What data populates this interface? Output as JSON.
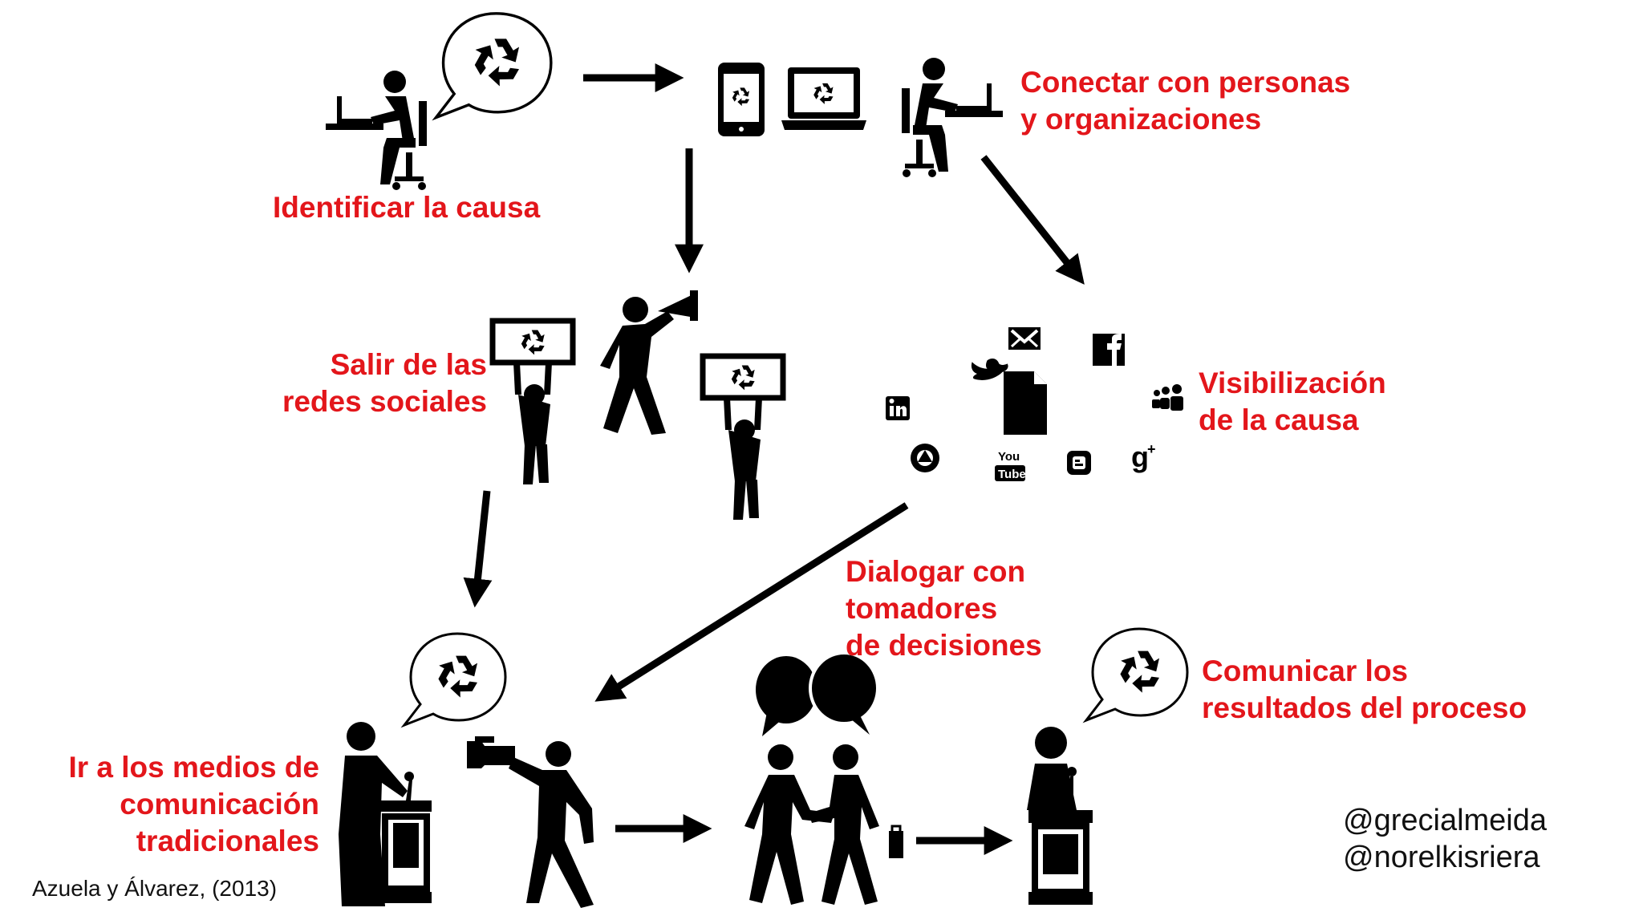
{
  "steps": {
    "identify": "Identificar la causa",
    "connect": [
      "Conectar con personas",
      "y organizaciones"
    ],
    "go_out": [
      "Salir de las",
      "redes sociales"
    ],
    "visibility": [
      "Visibilización",
      "de la causa"
    ],
    "dialogue": [
      "Dialogar con",
      "tomadores",
      "de decisiones"
    ],
    "media": [
      "Ir a los medios de",
      "comunicación",
      "tradicionales"
    ],
    "communicate": [
      "Comunicar los",
      "resultados del proceso"
    ]
  },
  "citation": "Azuela y Álvarez, (2013)",
  "handles": [
    "@grecialmeida",
    "@norelkisriera"
  ],
  "icons": {
    "speech_bubble": "recycle-icon",
    "social": [
      "twitter-icon",
      "email-icon",
      "facebook-icon",
      "linkedin-icon",
      "document-icon",
      "myspace-icon",
      "picasa-icon",
      "youtube-icon",
      "blogger-icon",
      "google-plus-icon"
    ]
  },
  "colors": {
    "label": "#e3161b",
    "icon": "#000000",
    "text": "#111111"
  }
}
